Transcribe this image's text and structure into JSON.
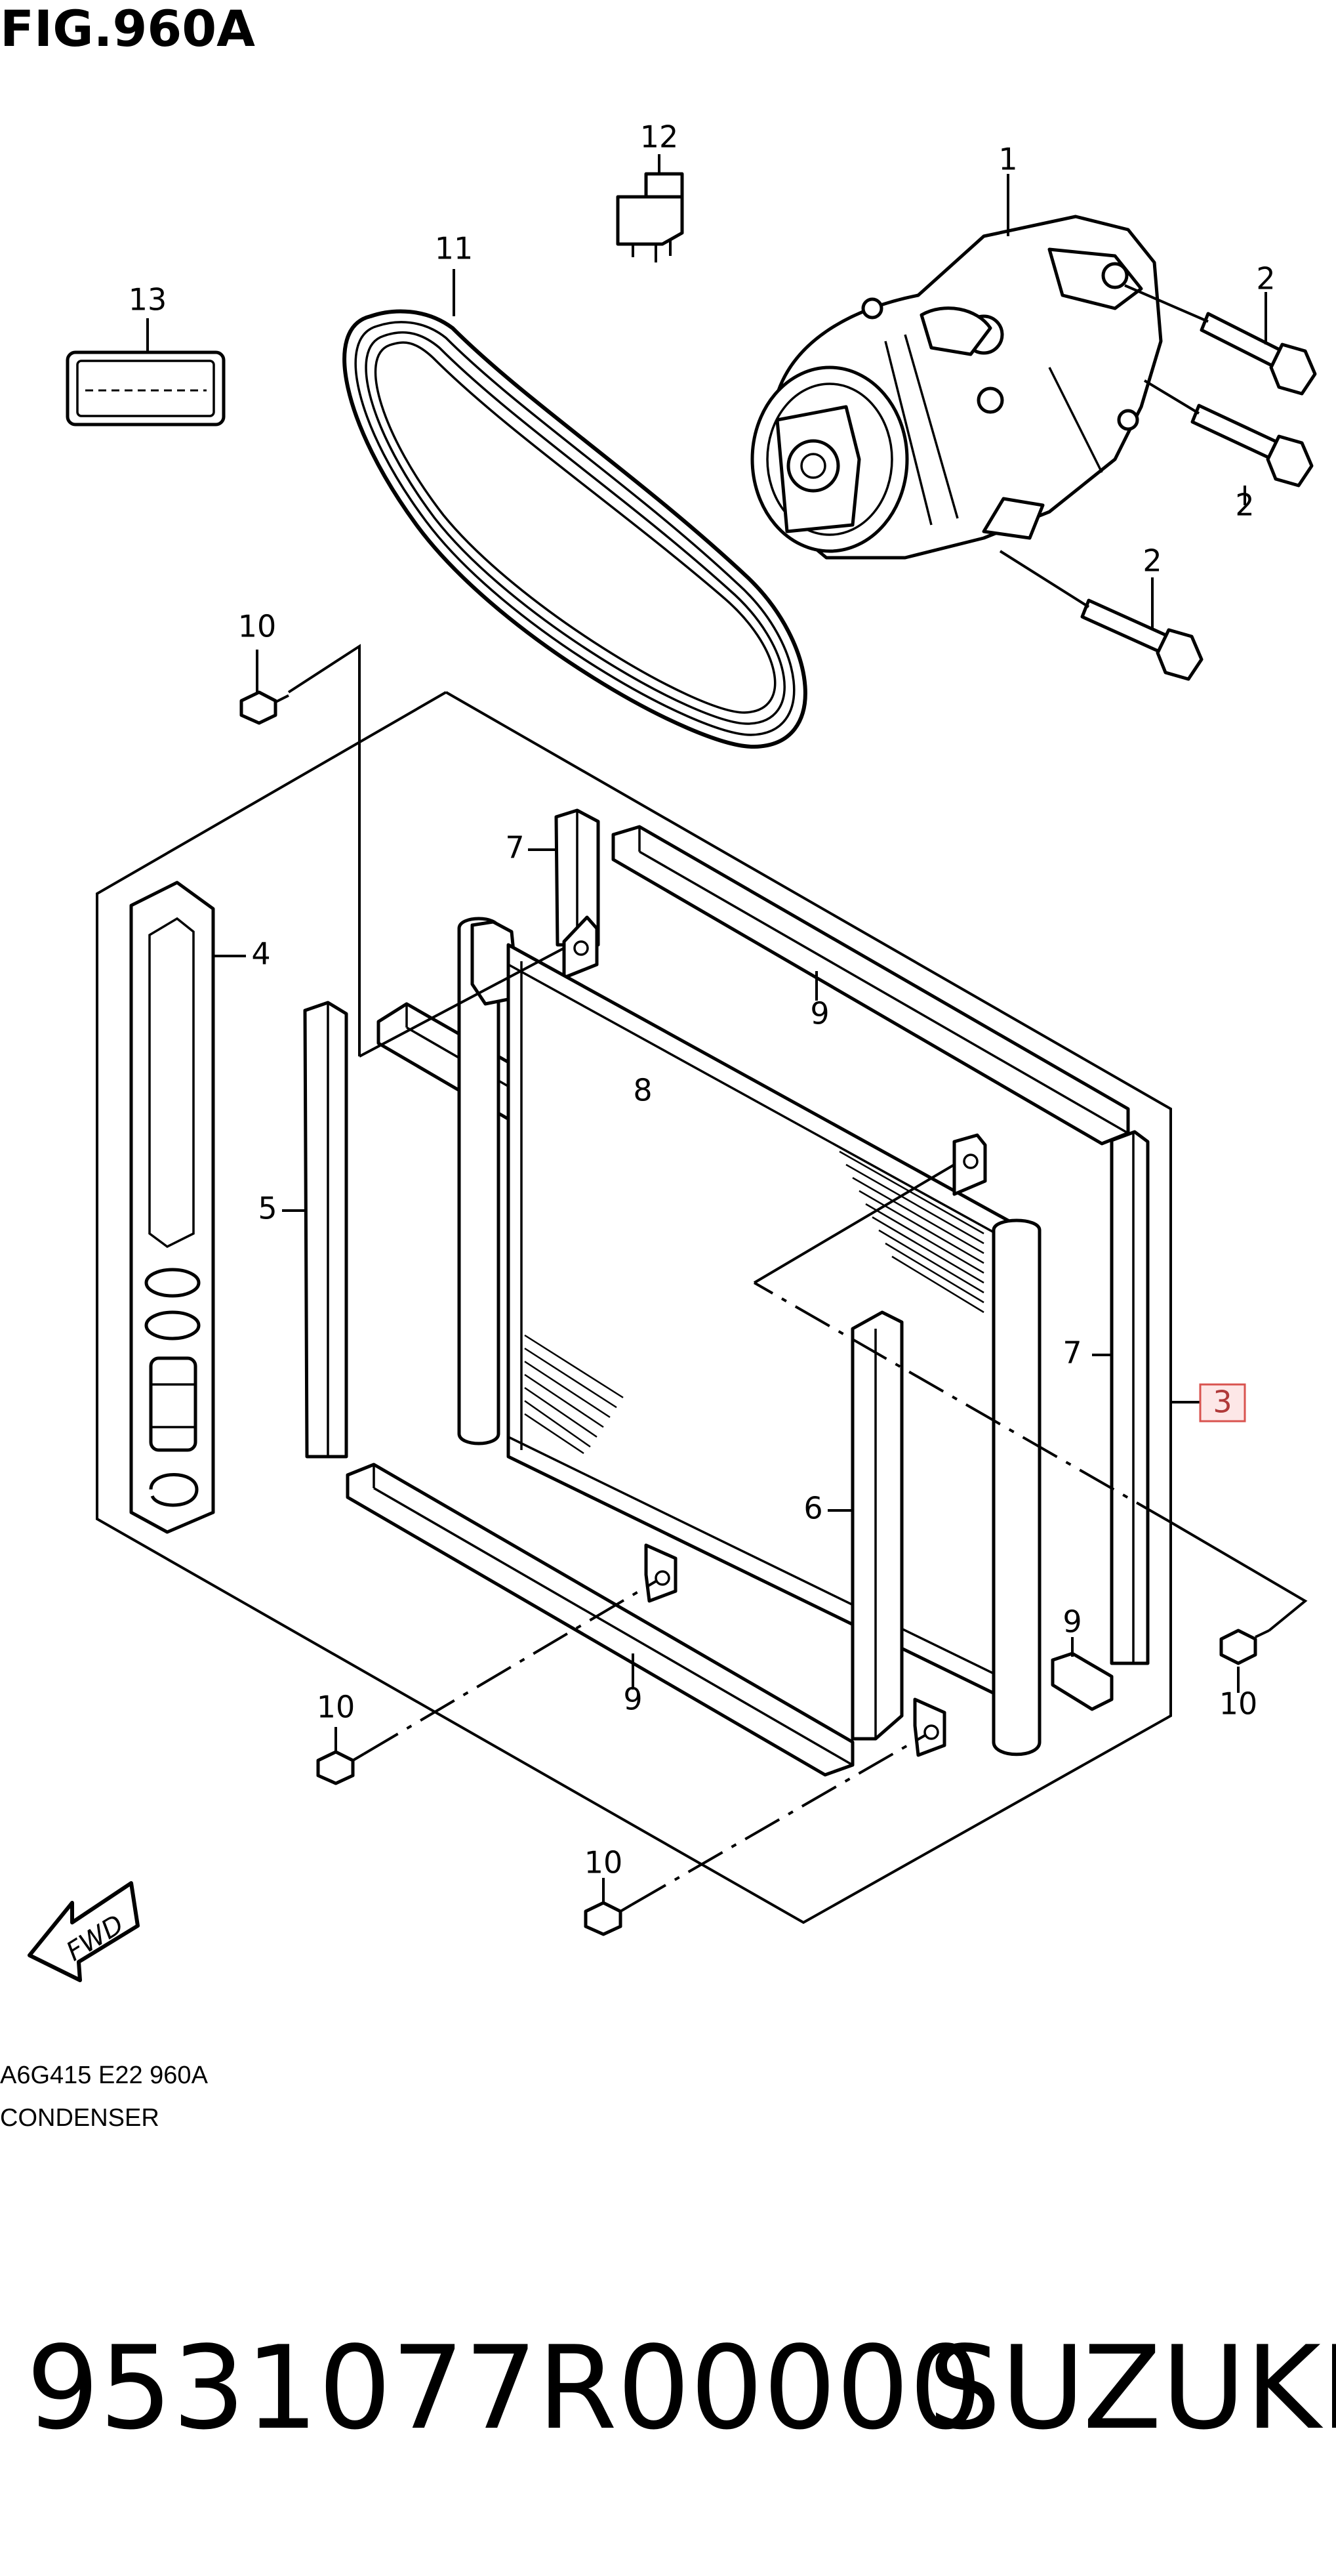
{
  "figure": {
    "title": "FIG.960A"
  },
  "callouts": {
    "c1": "1",
    "c2a": "2",
    "c2b": "2",
    "c2c": "2",
    "c3": "3",
    "c4": "4",
    "c5": "5",
    "c6": "6",
    "c7a": "7",
    "c7b": "7",
    "c8": "8",
    "c9a": "9",
    "c9b": "9",
    "c9c": "9",
    "c10a": "10",
    "c10b": "10",
    "c10c": "10",
    "c10d": "10",
    "c11": "11",
    "c12": "12",
    "c13": "13"
  },
  "fwd_label": "FWD",
  "footer": {
    "code": "A6G415 E22 960A",
    "caption": "CONDENSER"
  },
  "part_number": "9531077R00000",
  "brand": "SUZUKI",
  "colors": {
    "highlight": "#d9534f",
    "highlight_fill": "#fde7e7"
  }
}
